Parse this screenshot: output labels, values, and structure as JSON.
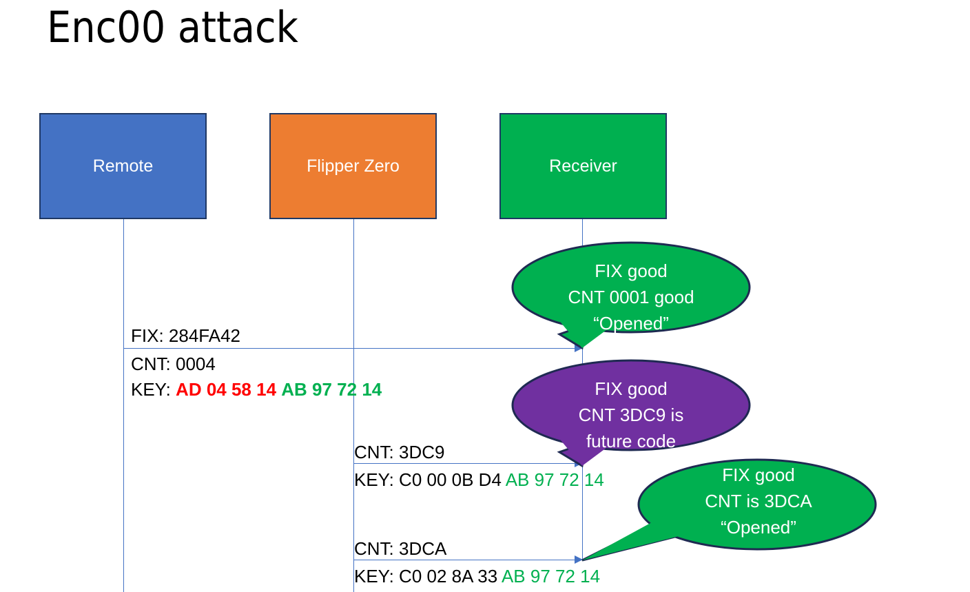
{
  "slide": {
    "title": "Enc00 attack"
  },
  "colors": {
    "remote_box": "#4472C4",
    "flipper_box": "#ED7D31",
    "receiver_box": "#00B050",
    "box_border": "#1F3864",
    "lifeline": "#4472C4",
    "bubble_good": "#00B050",
    "bubble_future": "#7030A0",
    "bubble_border": "#1F2A52",
    "key_red": "#FF0000",
    "key_green": "#00B050",
    "text": "#000000"
  },
  "actors": [
    {
      "name": "remote",
      "label": "Remote"
    },
    {
      "name": "flipper",
      "label": "Flipper Zero"
    },
    {
      "name": "receiver",
      "label": "Receiver"
    }
  ],
  "messages": [
    {
      "from": "remote",
      "to": "receiver",
      "lines": [
        {
          "label": "FIX: 284FA42"
        },
        {
          "label": "CNT: 0004"
        }
      ],
      "key": {
        "prefix": "KEY: ",
        "counter_part": "AD 04 58 14",
        "counter_color": "#FF0000",
        "fixed_part": "AB 97 72 14",
        "fixed_color": "#00B050",
        "bold": true
      }
    },
    {
      "from": "flipper",
      "to": "receiver",
      "lines": [
        {
          "label": "CNT: 3DC9"
        }
      ],
      "key": {
        "prefix": "KEY: C0 00 0B D4 ",
        "counter_part": "",
        "counter_color": "#000000",
        "fixed_part": "AB 97 72 14",
        "fixed_color": "#00B050",
        "bold": false
      }
    },
    {
      "from": "flipper",
      "to": "receiver",
      "lines": [
        {
          "label": "CNT: 3DCA"
        }
      ],
      "key": {
        "prefix": "KEY: C0 02 8A 33 ",
        "counter_part": "",
        "counter_color": "#000000",
        "fixed_part": "AB 97 72 14",
        "fixed_color": "#00B050",
        "bold": false
      }
    }
  ],
  "bubbles": [
    {
      "name": "bubble-fix-good-cnt-0001",
      "color": "#00B050",
      "line1": "FIX good",
      "line2": "CNT 0001 good",
      "line3": "“Opened”"
    },
    {
      "name": "bubble-fix-good-cnt-3dc9-future",
      "color": "#7030A0",
      "line1": "FIX good",
      "line2": "CNT 3DC9 is",
      "line3": "future code"
    },
    {
      "name": "bubble-fix-good-cnt-3dca",
      "color": "#00B050",
      "line1": "FIX good",
      "line2": "CNT is 3DCA",
      "line3": "“Opened”"
    }
  ]
}
